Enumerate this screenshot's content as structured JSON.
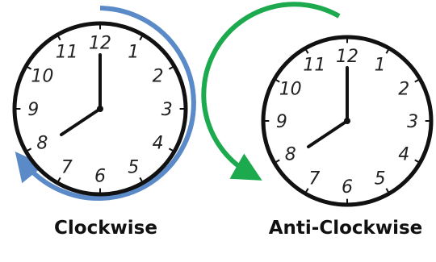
{
  "clocks": [
    {
      "caption": "Clockwise",
      "numerals": [
        "12",
        "1",
        "2",
        "3",
        "4",
        "5",
        "6",
        "7",
        "8",
        "9",
        "10",
        "11"
      ],
      "time_shown": "8:00",
      "arrow_direction": "clockwise",
      "arrow_color": "#5B8AC8"
    },
    {
      "caption": "Anti-Clockwise",
      "numerals": [
        "12",
        "1",
        "2",
        "3",
        "4",
        "5",
        "6",
        "7",
        "8",
        "9",
        "10",
        "11"
      ],
      "time_shown": "8:00",
      "arrow_direction": "anticlockwise",
      "arrow_color": "#1DAA4F"
    }
  ],
  "colors": {
    "face_stroke": "#111111",
    "hands": "#111111",
    "background": "#ffffff"
  }
}
